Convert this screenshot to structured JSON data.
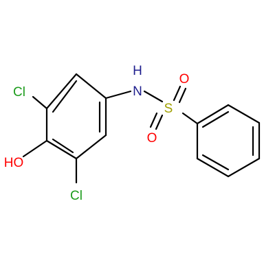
{
  "molecule": {
    "atoms": {
      "nitrogen": {
        "label": "N",
        "hydrogen": "H"
      },
      "sulfur": {
        "label": "S"
      },
      "oxygen_top": {
        "label": "O"
      },
      "oxygen_bottom": {
        "label": "O"
      },
      "chlorine_top": {
        "label": "Cl"
      },
      "chlorine_bottom": {
        "label": "Cl"
      },
      "hydroxyl": {
        "label": "HO"
      }
    },
    "colors": {
      "bond": "#000000",
      "nitrogen": "#1c1c8c",
      "sulfur": "#a0a000",
      "oxygen": "#ff0000",
      "chlorine": "#1c9c1c"
    }
  }
}
